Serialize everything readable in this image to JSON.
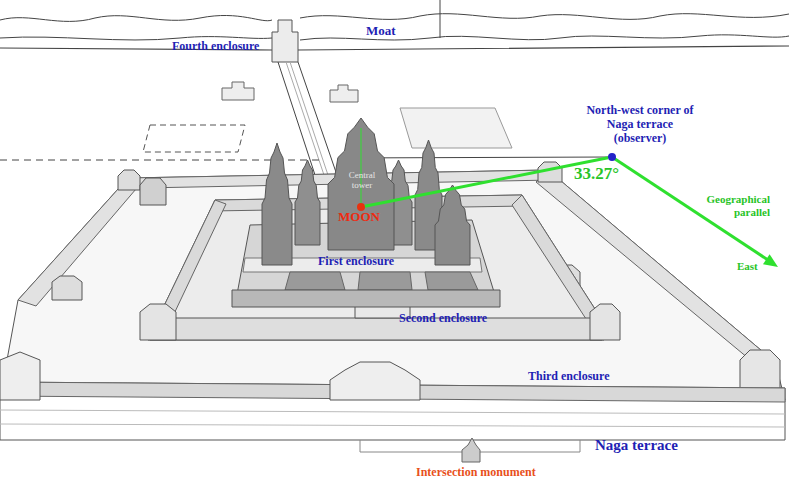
{
  "diagram": {
    "nodes": [
      {
        "text": [
          "North-west corner of Naga terrace (observer)"
        ]
      },
      {
        "text": [
          "MOON"
        ]
      }
    ],
    "edges": [
      {
        "from": 0,
        "to": 1,
        "arrow": "none"
      }
    ],
    "labels": [
      "Moat",
      "Fourth enclosure",
      "Central tower",
      "33.27°",
      "Geographical parallel",
      "East",
      "First enclosure",
      "Second enclosure",
      "Third enclosure",
      "Naga terrace",
      "Intersection monument"
    ]
  }
}
